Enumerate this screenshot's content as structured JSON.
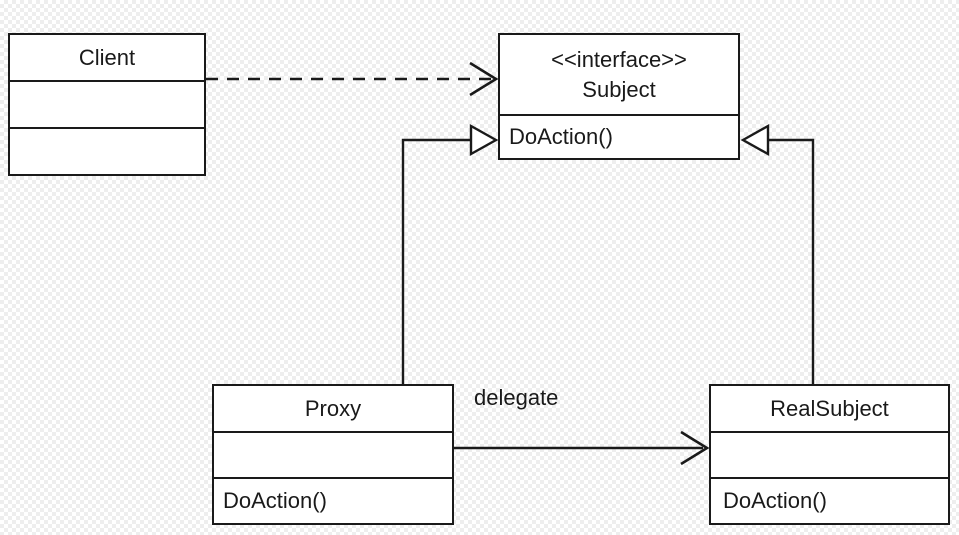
{
  "colors": {
    "line": "#1a1a1a",
    "text": "#1a1a1a",
    "node-fill": "#ffffff",
    "checker": "#eeeeee",
    "canvas-base": "#ffffff"
  },
  "nodes": {
    "client": {
      "name": "Client"
    },
    "subject": {
      "stereotype": "<<interface>>",
      "name": "Subject",
      "operation": "DoAction()"
    },
    "proxy": {
      "name": "Proxy",
      "operation": "DoAction()"
    },
    "realsubject": {
      "name": "RealSubject",
      "operation": "DoAction()"
    }
  },
  "edges": {
    "delegate": {
      "label": "delegate"
    }
  }
}
